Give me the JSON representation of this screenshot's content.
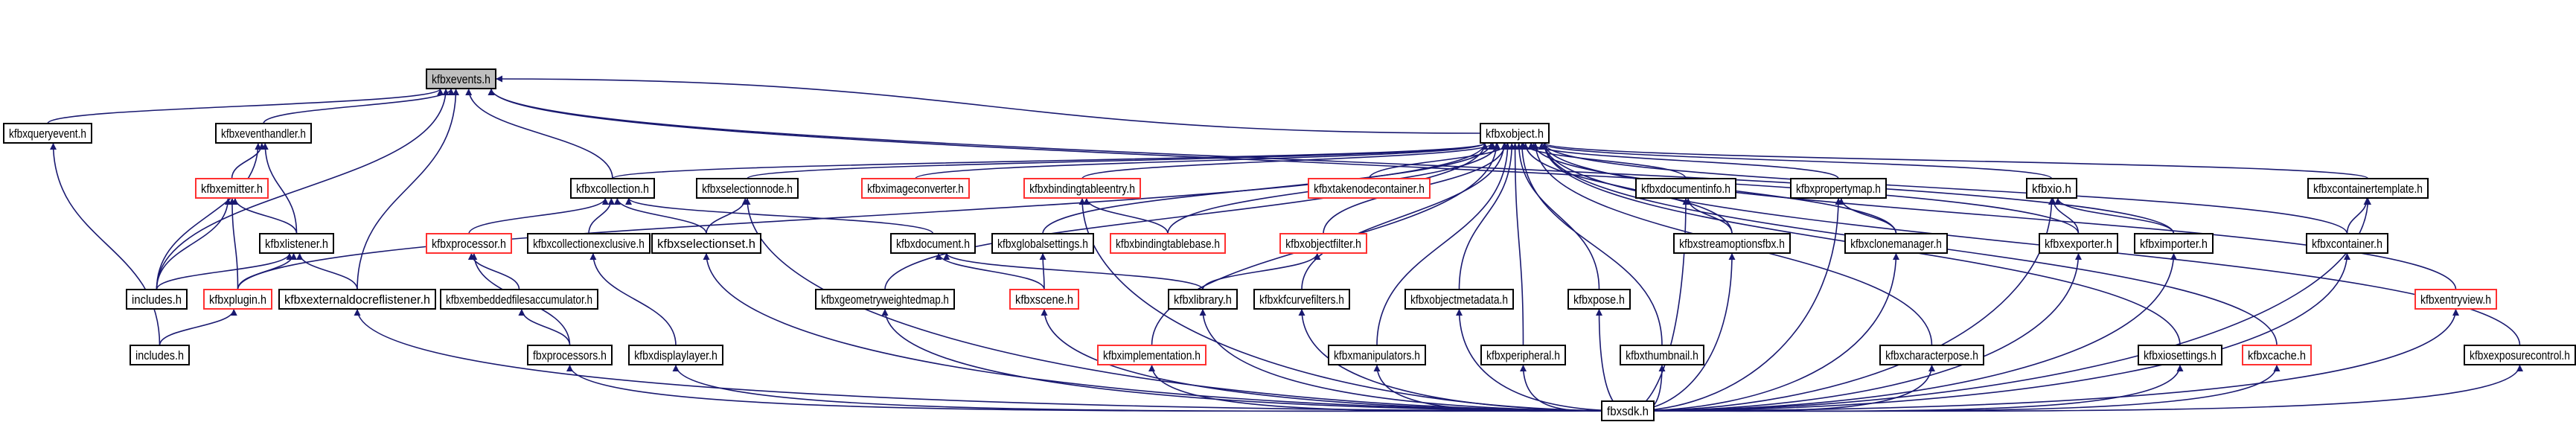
{
  "colors": {
    "edge": "#191970",
    "current_fill": "#bfbfbf",
    "incomplete_border": "#ff3030",
    "normal_border": "#000000"
  },
  "nodes": [
    {
      "id": "events",
      "label": "kfbxevents.h",
      "style": "current"
    },
    {
      "id": "queryevent",
      "label": "kfbxqueryevent.h"
    },
    {
      "id": "eventhandler",
      "label": "kfbxeventhandler.h"
    },
    {
      "id": "object",
      "label": "kfbxobject.h"
    },
    {
      "id": "emitter",
      "label": "kfbxemitter.h",
      "style": "incomplete"
    },
    {
      "id": "collection",
      "label": "kfbxcollection.h"
    },
    {
      "id": "selectionnode",
      "label": "kfbxselectionnode.h"
    },
    {
      "id": "imageconverter",
      "label": "kfbximageconverter.h",
      "style": "incomplete"
    },
    {
      "id": "bindingtableentry",
      "label": "kfbxbindingtableentry.h",
      "style": "incomplete"
    },
    {
      "id": "takenodecontainer",
      "label": "kfbxtakenodecontainer.h",
      "style": "incomplete"
    },
    {
      "id": "documentinfo",
      "label": "kfbxdocumentinfo.h"
    },
    {
      "id": "propertymap",
      "label": "kfbxpropertymap.h"
    },
    {
      "id": "io",
      "label": "kfbxio.h"
    },
    {
      "id": "containertemplate",
      "label": "kfbxcontainertemplate.h"
    },
    {
      "id": "listener",
      "label": "kfbxlistener.h"
    },
    {
      "id": "processor",
      "label": "kfbxprocessor.h",
      "style": "incomplete"
    },
    {
      "id": "collectionexclusive",
      "label": "kfbxcollectionexclusive.h"
    },
    {
      "id": "selectionset",
      "label": "kfbxselectionset.h"
    },
    {
      "id": "document",
      "label": "kfbxdocument.h"
    },
    {
      "id": "globalsettings",
      "label": "kfbxglobalsettings.h"
    },
    {
      "id": "bindingtablebase",
      "label": "kfbxbindingtablebase.h",
      "style": "incomplete"
    },
    {
      "id": "objectfilter",
      "label": "kfbxobjectfilter.h",
      "style": "incomplete"
    },
    {
      "id": "streamoptionsfbx",
      "label": "kfbxstreamoptionsfbx.h"
    },
    {
      "id": "clonemanager",
      "label": "kfbxclonemanager.h"
    },
    {
      "id": "exporter",
      "label": "kfbxexporter.h"
    },
    {
      "id": "importer",
      "label": "kfbximporter.h"
    },
    {
      "id": "container",
      "label": "kfbxcontainer.h"
    },
    {
      "id": "includes1",
      "label": "includes.h"
    },
    {
      "id": "plugin",
      "label": "kfbxplugin.h",
      "style": "incomplete"
    },
    {
      "id": "externaldocreflistener",
      "label": "kfbxexternaldocreflistener.h"
    },
    {
      "id": "embeddedfilesaccumulator",
      "label": "kfbxembeddedfilesaccumulator.h"
    },
    {
      "id": "geometryweightedmap",
      "label": "kfbxgeometryweightedmap.h"
    },
    {
      "id": "scene",
      "label": "kfbxscene.h",
      "style": "incomplete"
    },
    {
      "id": "library",
      "label": "kfbxlibrary.h"
    },
    {
      "id": "kfcurvefilters",
      "label": "kfbxkfcurvefilters.h"
    },
    {
      "id": "objectmetadata",
      "label": "kfbxobjectmetadata.h"
    },
    {
      "id": "pose",
      "label": "kfbxpose.h"
    },
    {
      "id": "entryview",
      "label": "kfbxentryview.h",
      "style": "incomplete"
    },
    {
      "id": "includes2",
      "label": "includes.h"
    },
    {
      "id": "fbxprocessors",
      "label": "fbxprocessors.h"
    },
    {
      "id": "displaylayer",
      "label": "kfbxdisplaylayer.h"
    },
    {
      "id": "implementation",
      "label": "kfbximplementation.h",
      "style": "incomplete"
    },
    {
      "id": "manipulators",
      "label": "kfbxmanipulators.h"
    },
    {
      "id": "peripheral",
      "label": "kfbxperipheral.h"
    },
    {
      "id": "thumbnail",
      "label": "kfbxthumbnail.h"
    },
    {
      "id": "characterpose",
      "label": "kfbxcharacterpose.h"
    },
    {
      "id": "iosettings",
      "label": "kfbxiosettings.h"
    },
    {
      "id": "cache",
      "label": "kfbxcache.h",
      "style": "incomplete"
    },
    {
      "id": "exposurecontrol",
      "label": "kfbxexposurecontrol.h"
    },
    {
      "id": "fbxsdk",
      "label": "fbxsdk.h"
    }
  ],
  "edges": [
    [
      "queryevent",
      "events"
    ],
    [
      "eventhandler",
      "events"
    ],
    [
      "includes1",
      "events"
    ],
    [
      "externaldocreflistener",
      "events"
    ],
    [
      "collection",
      "events"
    ],
    [
      "object",
      "events"
    ],
    [
      "exporter",
      "events"
    ],
    [
      "importer",
      "events"
    ],
    [
      "emitter",
      "eventhandler"
    ],
    [
      "listener",
      "eventhandler"
    ],
    [
      "includes1",
      "eventhandler"
    ],
    [
      "includes1",
      "emitter"
    ],
    [
      "plugin",
      "emitter"
    ],
    [
      "listener",
      "emitter"
    ],
    [
      "includes1",
      "listener"
    ],
    [
      "plugin",
      "listener"
    ],
    [
      "externaldocreflistener",
      "listener"
    ],
    [
      "includes2",
      "plugin"
    ],
    [
      "includes2",
      "queryevent"
    ],
    [
      "plugin",
      "object"
    ],
    [
      "collection",
      "object"
    ],
    [
      "processor",
      "collection"
    ],
    [
      "collectionexclusive",
      "collection"
    ],
    [
      "selectionset",
      "collection"
    ],
    [
      "document",
      "collection"
    ],
    [
      "embeddedfilesaccumulator",
      "processor"
    ],
    [
      "fbxprocessors",
      "processor"
    ],
    [
      "fbxprocessors",
      "embeddedfilesaccumulator"
    ],
    [
      "displaylayer",
      "collectionexclusive"
    ],
    [
      "selectionset",
      "selectionnode"
    ],
    [
      "selectionnode",
      "object"
    ],
    [
      "imageconverter",
      "object"
    ],
    [
      "bindingtableentry",
      "object"
    ],
    [
      "bindingtablebase",
      "bindingtableentry"
    ],
    [
      "bindingtablebase",
      "object"
    ],
    [
      "geometryweightedmap",
      "object"
    ],
    [
      "globalsettings",
      "object"
    ],
    [
      "scene",
      "document"
    ],
    [
      "scene",
      "globalsettings"
    ],
    [
      "library",
      "document"
    ],
    [
      "library",
      "objectfilter"
    ],
    [
      "objectfilter",
      "object"
    ],
    [
      "kfcurvefilters",
      "object"
    ],
    [
      "implementation",
      "object"
    ],
    [
      "manipulators",
      "object"
    ],
    [
      "takenodecontainer",
      "object"
    ],
    [
      "objectmetadata",
      "object"
    ],
    [
      "peripheral",
      "object"
    ],
    [
      "pose",
      "object"
    ],
    [
      "thumbnail",
      "object"
    ],
    [
      "documentinfo",
      "object"
    ],
    [
      "streamoptionsfbx",
      "documentinfo"
    ],
    [
      "streamoptionsfbx",
      "object"
    ],
    [
      "propertymap",
      "object"
    ],
    [
      "clonemanager",
      "propertymap"
    ],
    [
      "clonemanager",
      "object"
    ],
    [
      "characterpose",
      "object"
    ],
    [
      "io",
      "object"
    ],
    [
      "exporter",
      "io"
    ],
    [
      "importer",
      "io"
    ],
    [
      "iosettings",
      "object"
    ],
    [
      "cache",
      "object"
    ],
    [
      "containertemplate",
      "object"
    ],
    [
      "container",
      "containertemplate"
    ],
    [
      "container",
      "object"
    ],
    [
      "entryview",
      "object"
    ],
    [
      "exposurecontrol",
      "object"
    ],
    [
      "fbxsdk",
      "selectionnode"
    ],
    [
      "fbxsdk",
      "selectionset"
    ],
    [
      "fbxsdk",
      "externaldocreflistener"
    ],
    [
      "fbxsdk",
      "fbxprocessors"
    ],
    [
      "fbxsdk",
      "displaylayer"
    ],
    [
      "fbxsdk",
      "bindingtableentry"
    ],
    [
      "fbxsdk",
      "implementation"
    ],
    [
      "fbxsdk",
      "geometryweightedmap"
    ],
    [
      "fbxsdk",
      "scene"
    ],
    [
      "fbxsdk",
      "library"
    ],
    [
      "fbxsdk",
      "kfcurvefilters"
    ],
    [
      "fbxsdk",
      "manipulators"
    ],
    [
      "fbxsdk",
      "objectmetadata"
    ],
    [
      "fbxsdk",
      "peripheral"
    ],
    [
      "fbxsdk",
      "pose"
    ],
    [
      "fbxsdk",
      "thumbnail"
    ],
    [
      "fbxsdk",
      "documentinfo"
    ],
    [
      "fbxsdk",
      "streamoptionsfbx"
    ],
    [
      "fbxsdk",
      "propertymap"
    ],
    [
      "fbxsdk",
      "clonemanager"
    ],
    [
      "fbxsdk",
      "characterpose"
    ],
    [
      "fbxsdk",
      "io"
    ],
    [
      "fbxsdk",
      "exporter"
    ],
    [
      "fbxsdk",
      "importer"
    ],
    [
      "fbxsdk",
      "iosettings"
    ],
    [
      "fbxsdk",
      "cache"
    ],
    [
      "fbxsdk",
      "container"
    ],
    [
      "fbxsdk",
      "containertemplate"
    ],
    [
      "fbxsdk",
      "entryview"
    ],
    [
      "fbxsdk",
      "exposurecontrol"
    ]
  ]
}
